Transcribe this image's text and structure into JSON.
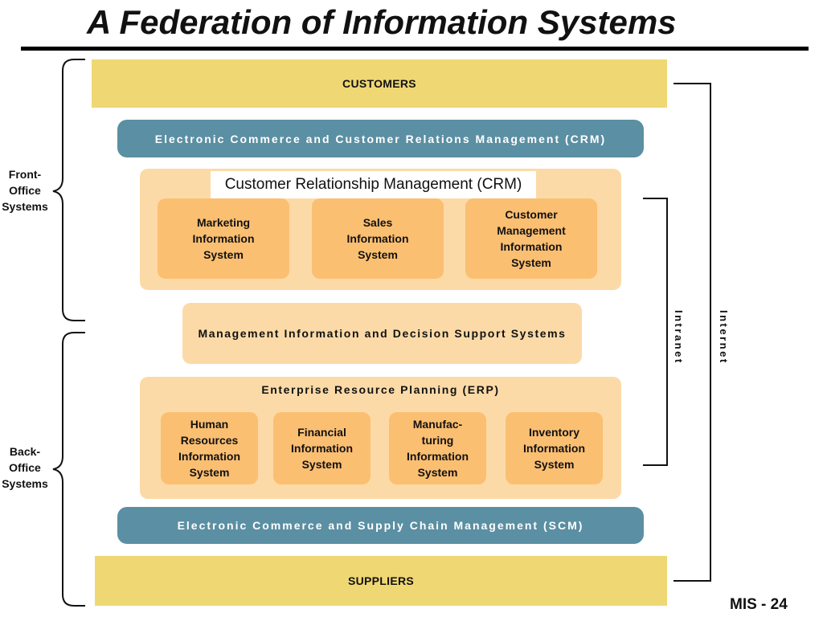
{
  "title": "A Federation of Information Systems",
  "customers": "CUSTOMERS",
  "suppliers": "SUPPLIERS",
  "ecrm": "Electronic Commerce and Customer Relations Management (CRM)",
  "crm": {
    "label": "Customer Relationship Management (CRM)",
    "systems": [
      "Marketing\nInformation\nSystem",
      "Sales\nInformation\nSystem",
      "Customer\nManagement\nInformation\nSystem"
    ]
  },
  "mis": "Management Information and Decision Support Systems",
  "erp": {
    "title": "Enterprise Resource Planning (ERP)",
    "systems": [
      "Human\nResources\nInformation\nSystem",
      "Financial\nInformation\nSystem",
      "Manufac-\nturing\nInformation\nSystem",
      "Inventory\nInformation\nSystem"
    ]
  },
  "escm": "Electronic Commerce and Supply Chain Management (SCM)",
  "front_office": "Front-\nOffice\nSystems",
  "back_office": "Back-\nOffice\nSystems",
  "intranet": "Intranet",
  "internet": "Internet",
  "slide_number": "MIS - 24"
}
